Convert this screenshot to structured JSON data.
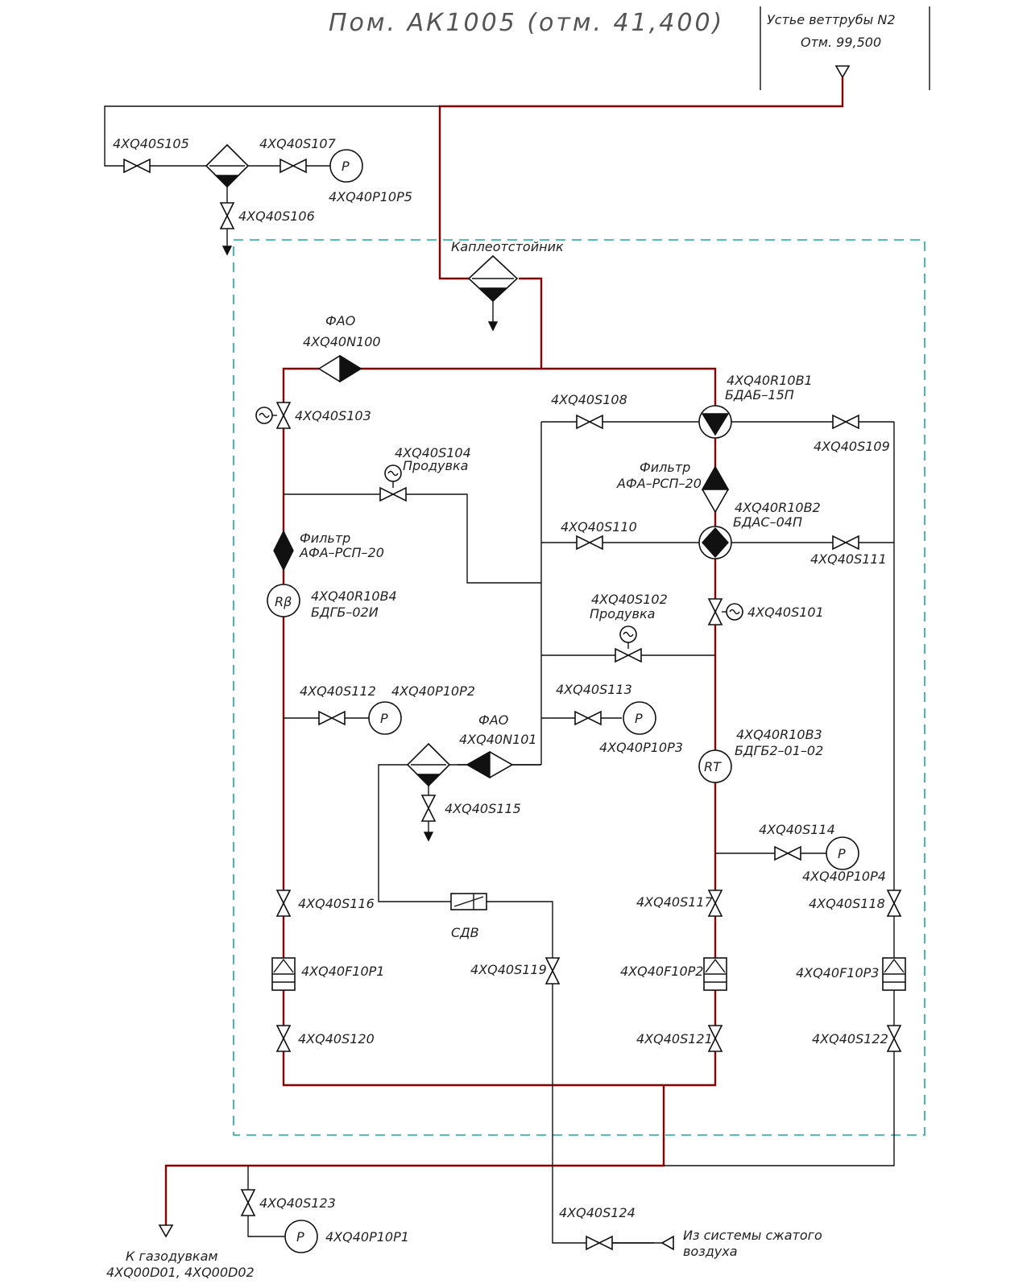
{
  "title": "Пом.  АК1005  (отм.  41,400)",
  "vent": {
    "line1": "Устье веттрубы N2",
    "line2": "Отм.  99,500"
  },
  "labels": {
    "s105": "4XQ40S105",
    "s107": "4XQ40S107",
    "s106": "4XQ40S106",
    "p5": "4XQ40P10P5",
    "kapleot": "Каплеотстойник",
    "fao1": "ФАО",
    "n100": "4XQ40N100",
    "r10b1": "4XQ40R10B1",
    "bdab": "БДАБ–15П",
    "s103": "4XQ40S103",
    "s108": "4XQ40S108",
    "s109": "4XQ40S109",
    "s104": "4XQ40S104",
    "produvka1": "Продувка",
    "filtr1": "Фильтр",
    "afa1": "АФА–РСП–20",
    "filtr2": "Фильтр",
    "afa2": "АФА–РСП–20",
    "r10b2": "4XQ40R10B2",
    "bdas": "БДАС–04П",
    "s110": "4XQ40S110",
    "s111": "4XQ40S111",
    "r10b4": "4XQ40R10B4",
    "bdgb": "БДГБ–02И",
    "s102": "4XQ40S102",
    "produvka2": "Продувка",
    "s101": "4XQ40S101",
    "s112": "4XQ40S112",
    "p2": "4XQ40P10P2",
    "s113": "4XQ40S113",
    "p3": "4XQ40P10P3",
    "fao2": "ФАО",
    "n101": "4XQ40N101",
    "r10b3": "4XQ40R10B3",
    "bdgb2": "БДГБ2–01–02",
    "s115": "4XQ40S115",
    "s114": "4XQ40S114",
    "p4": "4XQ40P10P4",
    "s116": "4XQ40S116",
    "s117": "4XQ40S117",
    "s118": "4XQ40S118",
    "sdv": "СДВ",
    "s119": "4XQ40S119",
    "f10p1": "4XQ40F10P1",
    "f10p2": "4XQ40F10P2",
    "f10p3": "4XQ40F10P3",
    "s120": "4XQ40S120",
    "s121": "4XQ40S121",
    "s122": "4XQ40S122",
    "s123": "4XQ40S123",
    "p1": "4XQ40P10P1",
    "s124": "4XQ40S124",
    "gazoduv1": "К  газодувкам",
    "gazoduv2": "4XQ00D01, 4XQ00D02",
    "air1": "Из  системы  сжатого",
    "air2": "воздуха"
  },
  "symbols": {
    "pressure": "P",
    "rt": "RT",
    "rb": "Rβ"
  },
  "colors": {
    "process_line": "#8b0000",
    "boundary": "#1aa89a",
    "line": "#111111"
  }
}
